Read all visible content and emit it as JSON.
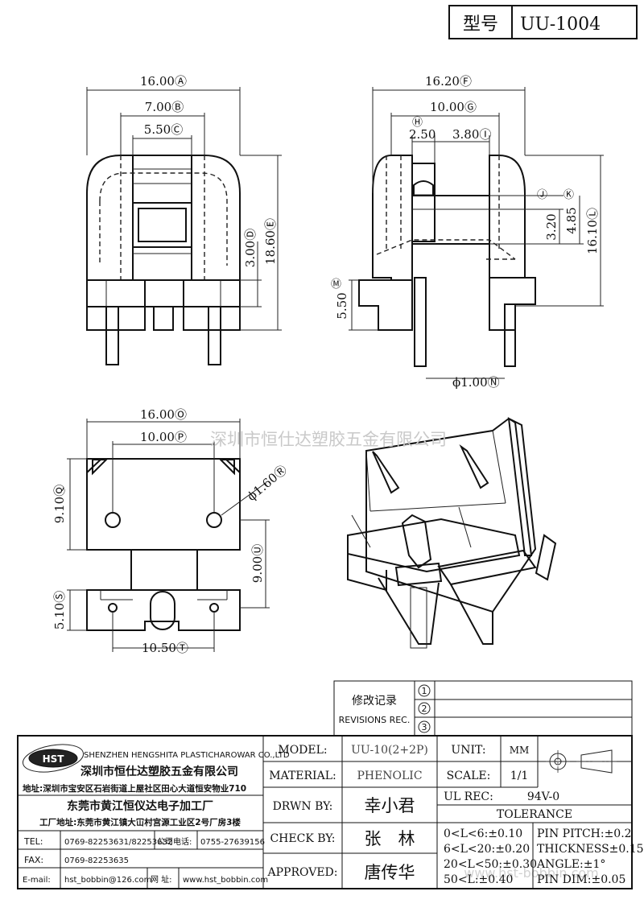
{
  "header": {
    "type_label": "型号",
    "part_number": "UU-1004"
  },
  "front_view": {
    "dim_a": "16.00Ⓐ",
    "dim_b": "7.00Ⓑ",
    "dim_c": "5.50Ⓒ",
    "dim_d": "3.00Ⓓ",
    "dim_e": "18.60Ⓔ"
  },
  "side_view": {
    "dim_f": "16.20Ⓕ",
    "dim_g": "10.00Ⓖ",
    "label_h": "Ⓗ",
    "dim_h": "2.50",
    "dim_i": "3.80Ⓘ",
    "label_j": "Ⓙ",
    "label_k": "Ⓚ",
    "dim_j": "3.20",
    "dim_k": "4.85",
    "dim_l": "16.10Ⓛ",
    "label_m": "Ⓜ",
    "dim_m": "5.50",
    "dim_n": "ϕ1.00Ⓝ"
  },
  "bottom_view": {
    "dim_o": "16.00Ⓞ",
    "dim_p": "10.00Ⓟ",
    "dim_q": "9.10Ⓠ",
    "dim_r": "ϕ1.60Ⓡ",
    "dim_u": "9.00Ⓤ",
    "dim_s": "5.10Ⓢ",
    "dim_t": "10.50Ⓣ"
  },
  "watermark": {
    "center": "深圳市恒仕达塑胶五金有限公司",
    "bottom": "www.hst-bobbin.com"
  },
  "revisions": {
    "title_cn": "修改记录",
    "title_en": "REVISIONS REC.",
    "rows": [
      "1",
      "2",
      "3"
    ]
  },
  "company": {
    "name_en": "SHENZHEN HENGSHITA PLASTICHAROWAR CO.,LTD",
    "name_cn": "深圳市恒仕达塑胶五金有限公司",
    "logo_text": "HST",
    "address1": "地址:深圳市宝安区石岩街道上屋社区田心大道恒安物业710",
    "factory": "东莞市黄江恒仪达电子加工厂",
    "address2": "工厂地址:东莞市黄江镇大冚村宫源工业区2号厂房3楼",
    "tel_label": "TEL:",
    "tel": "0769-82253631/82253632",
    "office_label": "公司电话:",
    "office": "0755-27639156",
    "fax_label": "FAX:",
    "fax": "0769-82253635",
    "email_label": "E-mail:",
    "email": "hst_bobbin@126.com",
    "web_label": "网 址:",
    "web": "www.hst_bobbin.com"
  },
  "title_block": {
    "model_label": "MODEL:",
    "model": "UU-10(2+2P)",
    "material_label": "MATERIAL:",
    "material": "PHENOLIC",
    "drawn_label": "DRWN BY:",
    "drawn": "幸小君",
    "check_label": "CHECK BY:",
    "check": "张　林",
    "approved_label": "APPROVED:",
    "approved": "唐传华",
    "unit_label": "UNIT:",
    "unit": "MM",
    "scale_label": "SCALE:",
    "scale": "1/1",
    "ul_label": "UL REC:",
    "ul": "94V-0",
    "tolerance_label": "TOLERANCE",
    "tol1": "0<L<6:±0.10",
    "tol2": "6<L<20:±0.20",
    "tol3": "20<L<50:±0.30",
    "tol4": "50<L:±0.40",
    "pitch": "PIN PITCH:±0.2",
    "thickness": "THICKNESS±0.15",
    "angle": "ANGLE:±1°",
    "pin_dim": "PIN DIM:±0.05"
  }
}
